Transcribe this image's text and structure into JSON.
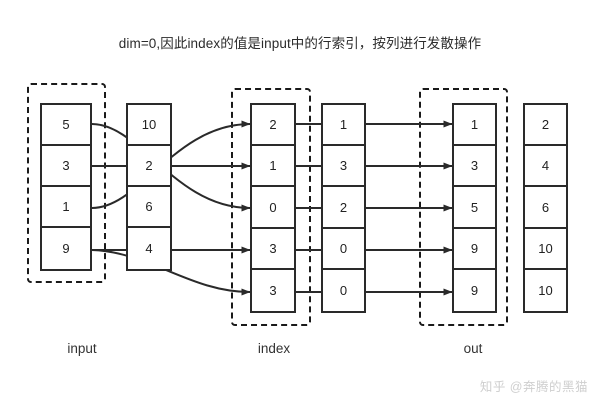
{
  "title": "dim=0,因此index的值是input中的行索引，按列进行发散操作",
  "watermark": "知乎 @奔腾的黑猫",
  "captions": {
    "input": "input",
    "index": "index",
    "out": "out"
  },
  "columns": {
    "input": {
      "label": "input",
      "boxed": true,
      "values": [
        "5",
        "3",
        "1",
        "9"
      ]
    },
    "input_second": {
      "label": "",
      "boxed": false,
      "values": [
        "10",
        "2",
        "6",
        "4"
      ]
    },
    "index": {
      "label": "index",
      "boxed": true,
      "values": [
        "2",
        "1",
        "0",
        "3",
        "3"
      ]
    },
    "index_second": {
      "label": "",
      "boxed": false,
      "values": [
        "1",
        "3",
        "2",
        "0",
        "0"
      ]
    },
    "out": {
      "label": "out",
      "boxed": true,
      "values": [
        "1",
        "3",
        "5",
        "9",
        "9"
      ]
    },
    "out_second": {
      "label": "",
      "boxed": false,
      "values": [
        "2",
        "4",
        "6",
        "10",
        "10"
      ]
    }
  },
  "colors": {
    "stroke": "#2a2a2a",
    "dashed": "#1a1a1a",
    "text": "#222222",
    "watermark": "#cfcfcf",
    "background": "#ffffff"
  },
  "connections": {
    "input_to_index": [
      {
        "from_value": "5",
        "to_value": "0",
        "from_row": 1,
        "to_row": 3,
        "curved": true
      },
      {
        "from_value": "3",
        "to_value": "1",
        "from_row": 2,
        "to_row": 2,
        "curved": false
      },
      {
        "from_value": "1",
        "to_value": "2",
        "from_row": 3,
        "to_row": 1,
        "curved": true
      },
      {
        "from_value": "9",
        "to_value": "3",
        "from_row": 4,
        "to_row": 4,
        "curved": false
      },
      {
        "from_value": "9",
        "to_value": "3",
        "from_row": 4,
        "to_row": 5,
        "curved": true
      }
    ],
    "index_to_out": [
      {
        "from_value": "2",
        "to_value": "1",
        "from_row": 1,
        "to_row": 1,
        "curved": false
      },
      {
        "from_value": "1",
        "to_value": "3",
        "from_row": 2,
        "to_row": 2,
        "curved": false
      },
      {
        "from_value": "0",
        "to_value": "5",
        "from_row": 3,
        "to_row": 3,
        "curved": false
      },
      {
        "from_value": "3",
        "to_value": "9",
        "from_row": 4,
        "to_row": 4,
        "curved": false
      },
      {
        "from_value": "3",
        "to_value": "9",
        "from_row": 5,
        "to_row": 5,
        "curved": false
      }
    ]
  }
}
